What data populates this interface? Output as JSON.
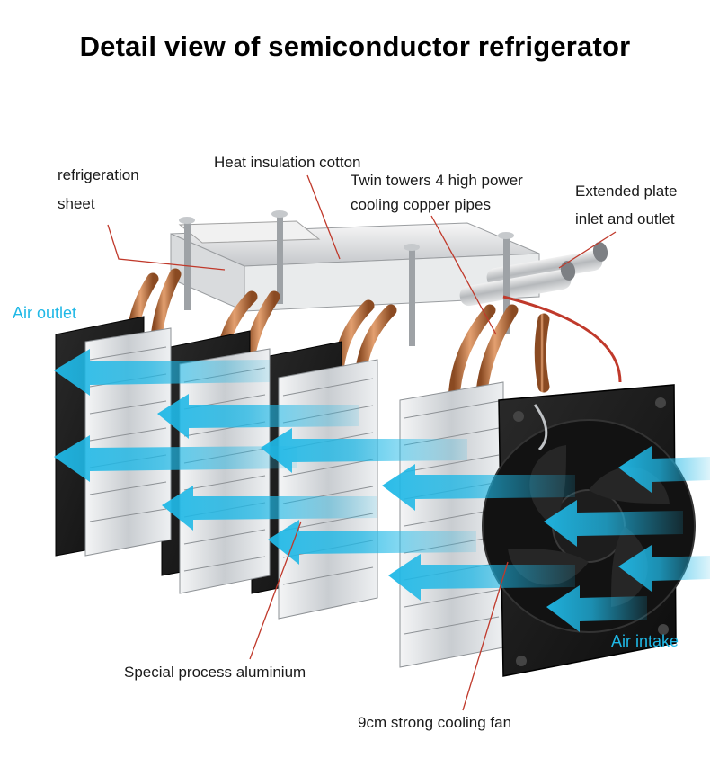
{
  "title": "Detail view of semiconductor refrigerator",
  "labels": {
    "refrigeration_sheet_line1": "refrigeration",
    "refrigeration_sheet_line2": "sheet",
    "heat_insulation_cotton": "Heat insulation cotton",
    "copper_pipes_line1": "Twin towers 4 high power",
    "copper_pipes_line2": "cooling copper pipes",
    "extended_plate_line1": "Extended plate",
    "extended_plate_line2": "inlet and outlet",
    "air_outlet": "Air outlet",
    "air_intake": "Air intake",
    "special_aluminium": "Special process aluminium",
    "cooling_fan": "9cm strong cooling fan"
  },
  "colors": {
    "airflow": "#1fb8e6",
    "leader_line": "#c0392b",
    "copper": "#c47a45",
    "fan": "#1c1c1c",
    "aluminium": "#d6d9dc"
  }
}
